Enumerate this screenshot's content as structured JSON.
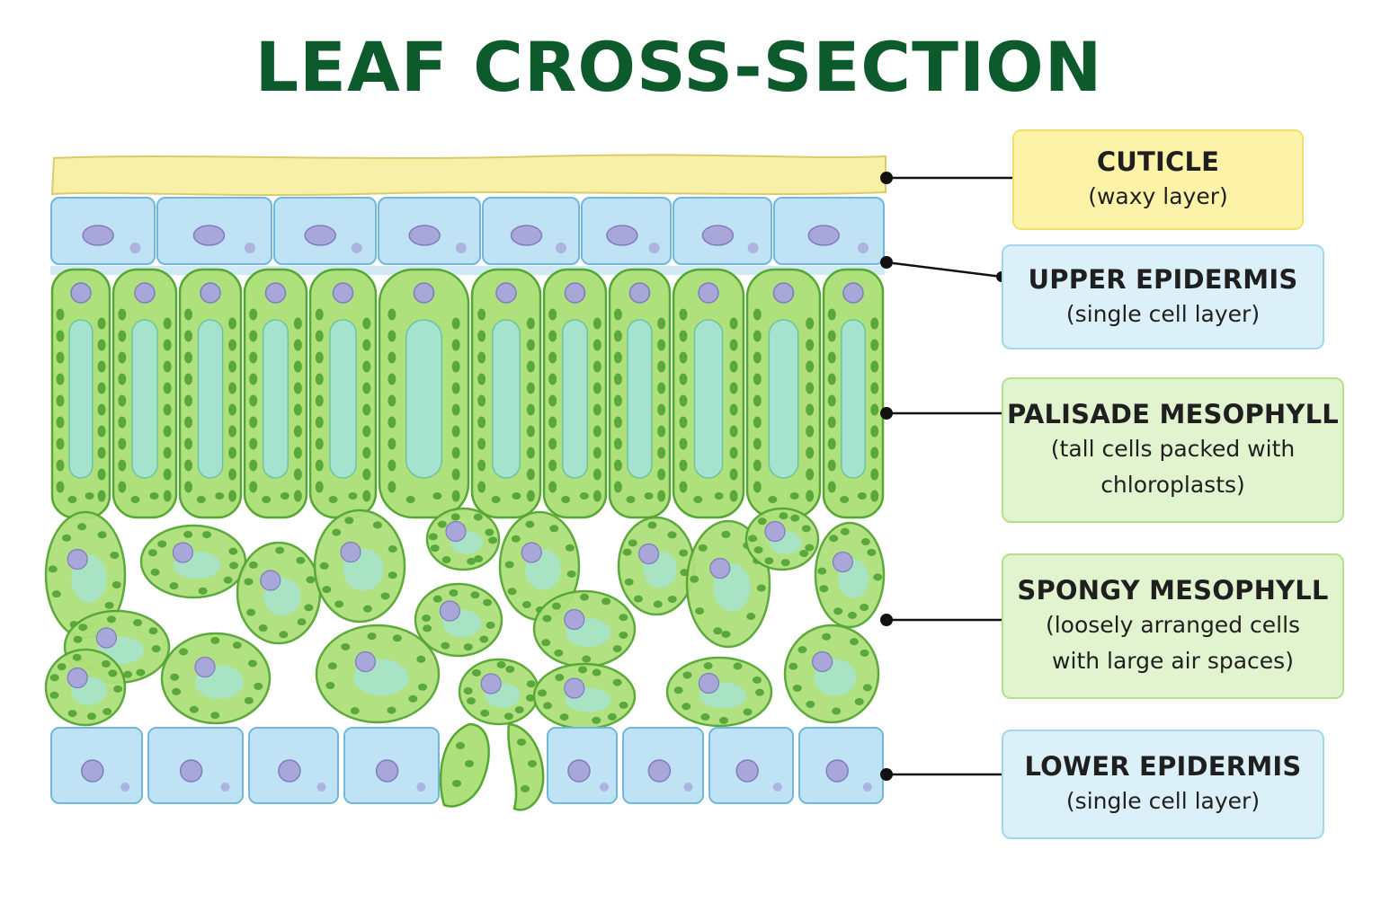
{
  "title": "LEAF CROSS-SECTION",
  "labels": [
    {
      "id": "cuticle",
      "title": "CUTICLE",
      "desc": [
        "(waxy layer)"
      ]
    },
    {
      "id": "upper",
      "title": "UPPER EPIDERMIS",
      "desc": [
        "(single cell layer)"
      ]
    },
    {
      "id": "palisade",
      "title": "PALISADE MESOPHYLL",
      "desc": [
        "(tall cells packed with",
        "chloroplasts)"
      ]
    },
    {
      "id": "spongy",
      "title": "SPONGY MESOPHYLL",
      "desc": [
        "(loosely arranged cells",
        "with large air spaces)"
      ]
    },
    {
      "id": "lower",
      "title": "LOWER EPIDERMIS",
      "desc": [
        "(single cell layer)"
      ]
    }
  ],
  "colors": {
    "title": "#0d5a2c",
    "cuticle": "#f8f0a6",
    "epidermis": "#bfe3f4",
    "epidermis_border": "#6fb8dc",
    "cell_green": "#aee07c",
    "cell_border": "#55a632",
    "chloroplast": "#5aa83a",
    "vacuole": "#a6e3cf",
    "nucleus": "#a9a7d9"
  }
}
